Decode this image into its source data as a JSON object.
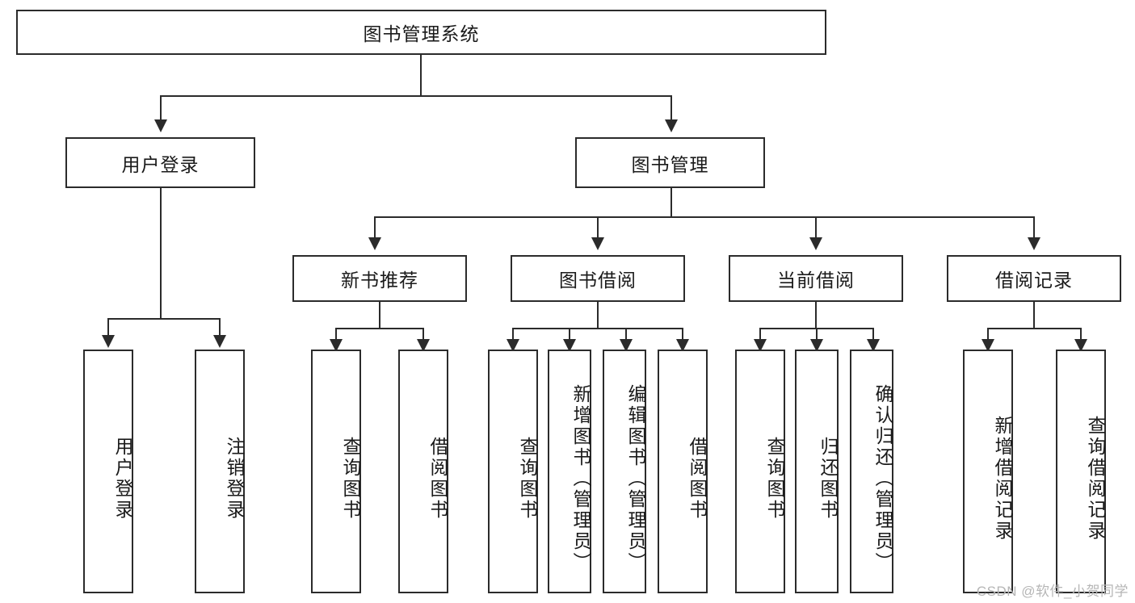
{
  "diagram": {
    "type": "tree-hierarchy",
    "title": "图书管理系统",
    "watermark": "CSDN @软件_小贺同学",
    "colors": {
      "stroke": "#2b2b2b",
      "fill": "#ffffff",
      "text": "#1a1a1a",
      "watermark": "#b6b6b6"
    },
    "levels": {
      "root": {
        "label": "图书管理系统"
      },
      "level2": [
        {
          "id": "user-login",
          "label": "用户登录"
        },
        {
          "id": "book-management",
          "label": "图书管理"
        }
      ],
      "level3": [
        {
          "id": "new-book-recommend",
          "label": "新书推荐",
          "parent": "book-management"
        },
        {
          "id": "book-borrow",
          "label": "图书借阅",
          "parent": "book-management"
        },
        {
          "id": "current-borrow",
          "label": "当前借阅",
          "parent": "book-management"
        },
        {
          "id": "borrow-record",
          "label": "借阅记录",
          "parent": "book-management"
        }
      ],
      "leaves": [
        {
          "id": "leaf-user-login",
          "label": "用户登录",
          "parent": "user-login"
        },
        {
          "id": "leaf-logout",
          "label": "注销登录",
          "parent": "user-login"
        },
        {
          "id": "leaf-query-book-1",
          "label": "查询图书",
          "parent": "new-book-recommend"
        },
        {
          "id": "leaf-borrow-book-1",
          "label": "借阅图书",
          "parent": "new-book-recommend"
        },
        {
          "id": "leaf-query-book-2",
          "label": "查询图书",
          "parent": "book-borrow"
        },
        {
          "id": "leaf-add-book",
          "label": "新增图书（管理员）",
          "parent": "book-borrow"
        },
        {
          "id": "leaf-edit-book",
          "label": "编辑图书（管理员）",
          "parent": "book-borrow"
        },
        {
          "id": "leaf-borrow-book-2",
          "label": "借阅图书",
          "parent": "book-borrow"
        },
        {
          "id": "leaf-query-book-3",
          "label": "查询图书",
          "parent": "current-borrow"
        },
        {
          "id": "leaf-return-book",
          "label": "归还图书",
          "parent": "current-borrow"
        },
        {
          "id": "leaf-confirm-return",
          "label": "确认归还（管理员）",
          "parent": "current-borrow"
        },
        {
          "id": "leaf-add-record",
          "label": "新增借阅记录",
          "parent": "borrow-record"
        },
        {
          "id": "leaf-query-record",
          "label": "查询借阅记录",
          "parent": "borrow-record"
        }
      ]
    }
  }
}
